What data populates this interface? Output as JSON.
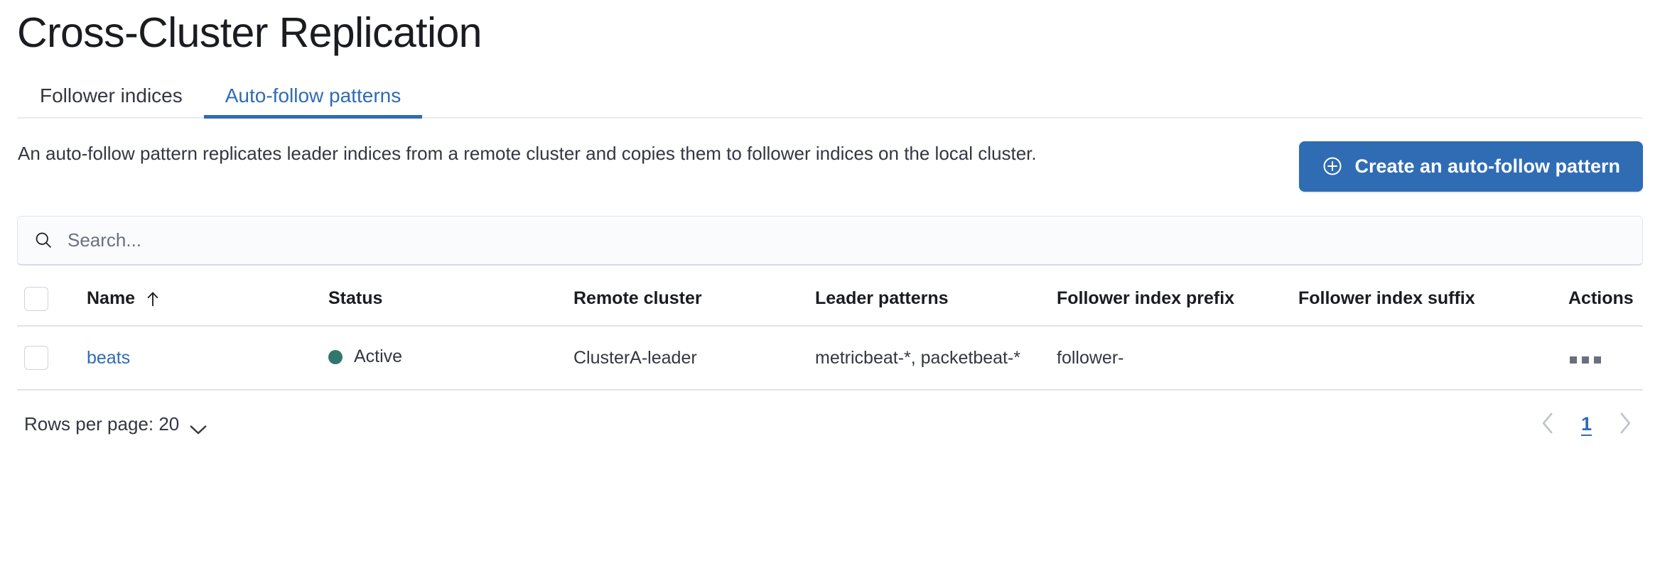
{
  "page": {
    "title": "Cross-Cluster Replication"
  },
  "tabs": [
    {
      "label": "Follower indices",
      "active": false
    },
    {
      "label": "Auto-follow patterns",
      "active": true
    }
  ],
  "intro": {
    "description": "An auto-follow pattern replicates leader indices from a remote cluster and copies them to follower indices on the local cluster.",
    "create_button_label": "Create an auto-follow pattern",
    "create_button_icon": "plus-in-circle-icon",
    "create_button_color": "#2f6cb4"
  },
  "search": {
    "placeholder": "Search...",
    "value": "",
    "icon": "search-icon"
  },
  "table": {
    "columns": [
      {
        "key": "select",
        "label": ""
      },
      {
        "key": "name",
        "label": "Name",
        "sorted": "asc",
        "sort_icon": "arrow-up-icon"
      },
      {
        "key": "status",
        "label": "Status"
      },
      {
        "key": "remote_cluster",
        "label": "Remote cluster"
      },
      {
        "key": "leader_patterns",
        "label": "Leader patterns"
      },
      {
        "key": "follower_index_prefix",
        "label": "Follower index prefix"
      },
      {
        "key": "follower_index_suffix",
        "label": "Follower index suffix"
      },
      {
        "key": "actions",
        "label": "Actions"
      }
    ],
    "rows": [
      {
        "name": "beats",
        "status": "Active",
        "status_color": "#32776c",
        "remote_cluster": "ClusterA-leader",
        "leader_patterns": "metricbeat-*, packetbeat-*",
        "follower_index_prefix": "follower-",
        "follower_index_suffix": "",
        "actions_icon": "more-actions-icon"
      }
    ]
  },
  "footer": {
    "rows_per_page_label": "Rows per page: 20",
    "rows_per_page_icon": "chevron-down-icon",
    "prev_icon": "chevron-left-icon",
    "next_icon": "chevron-right-icon",
    "current_page": "1"
  }
}
